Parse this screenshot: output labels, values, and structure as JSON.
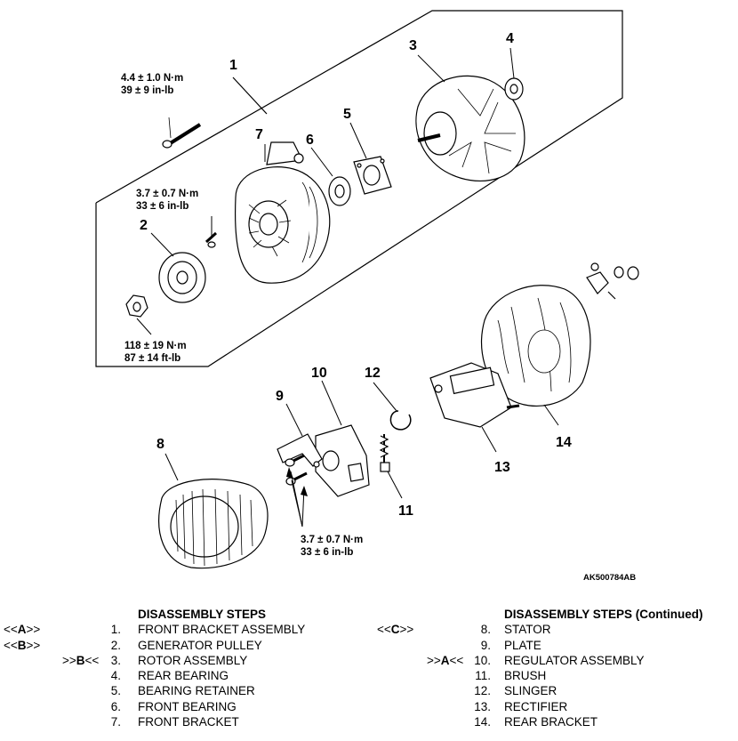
{
  "callouts": {
    "c1": "1",
    "c2": "2",
    "c3": "3",
    "c4": "4",
    "c5": "5",
    "c6": "6",
    "c7": "7",
    "c8": "8",
    "c9": "9",
    "c10": "10",
    "c11": "11",
    "c12": "12",
    "c13": "13",
    "c14": "14"
  },
  "torque_specs": {
    "bolt_top": {
      "metric": "4.4 ± 1.0 N·m",
      "imperial": "39 ± 9 in-lb"
    },
    "screw_bracket": {
      "metric": "3.7 ± 0.7 N·m",
      "imperial": "33 ± 6 in-lb"
    },
    "pulley_nut": {
      "metric": "118 ± 19 N·m",
      "imperial": "87 ± 14 ft-lb"
    },
    "regulator_screws": {
      "metric": "3.7 ± 0.7 N·m",
      "imperial": "33 ± 6 in-lb"
    }
  },
  "figure_code": "AK500784AB",
  "left_steps": {
    "heading": "DISASSEMBLY STEPS",
    "items": [
      {
        "tag": "<<A>>",
        "prefix": "",
        "num": "1.",
        "label": "FRONT BRACKET ASSEMBLY"
      },
      {
        "tag": "<<B>>",
        "prefix": "",
        "num": "2.",
        "label": "GENERATOR PULLEY"
      },
      {
        "tag": "",
        "prefix": ">>B<<",
        "num": "3.",
        "label": "ROTOR ASSEMBLY"
      },
      {
        "tag": "",
        "prefix": "",
        "num": "4.",
        "label": "REAR BEARING"
      },
      {
        "tag": "",
        "prefix": "",
        "num": "5.",
        "label": "BEARING RETAINER"
      },
      {
        "tag": "",
        "prefix": "",
        "num": "6.",
        "label": "FRONT BEARING"
      },
      {
        "tag": "",
        "prefix": "",
        "num": "7.",
        "label": "FRONT BRACKET"
      }
    ]
  },
  "right_steps": {
    "heading": "DISASSEMBLY STEPS (Continued)",
    "items": [
      {
        "tag": "<<C>>",
        "prefix": "",
        "num": "8.",
        "label": "STATOR"
      },
      {
        "tag": "",
        "prefix": "",
        "num": "9.",
        "label": "PLATE"
      },
      {
        "tag": "",
        "prefix": ">>A<<",
        "num": "10.",
        "label": "REGULATOR ASSEMBLY"
      },
      {
        "tag": "",
        "prefix": "",
        "num": "11.",
        "label": "BRUSH"
      },
      {
        "tag": "",
        "prefix": "",
        "num": "12.",
        "label": "SLINGER"
      },
      {
        "tag": "",
        "prefix": "",
        "num": "13.",
        "label": "RECTIFIER"
      },
      {
        "tag": "",
        "prefix": "",
        "num": "14.",
        "label": "REAR BRACKET"
      }
    ]
  }
}
